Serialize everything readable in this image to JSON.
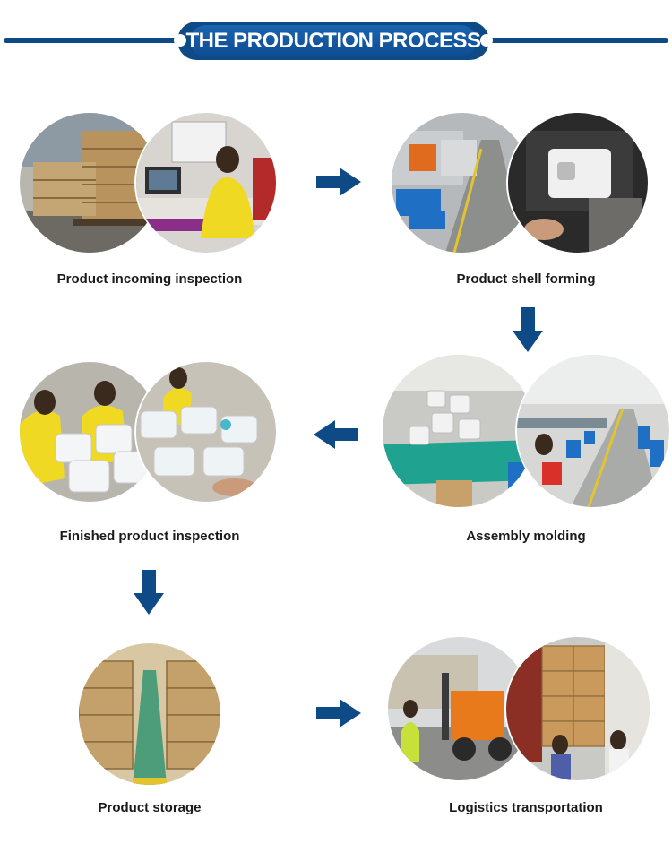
{
  "header": {
    "title": "THE PRODUCTION PROCESS"
  },
  "steps": [
    {
      "label": "Product incoming inspection"
    },
    {
      "label": "Product shell forming"
    },
    {
      "label": "Finished product inspection"
    },
    {
      "label": "Assembly molding"
    },
    {
      "label": "Product storage"
    },
    {
      "label": "Logistics transportation"
    }
  ],
  "colors": {
    "accent": "#0d4a86",
    "text": "#1a1a1a"
  }
}
